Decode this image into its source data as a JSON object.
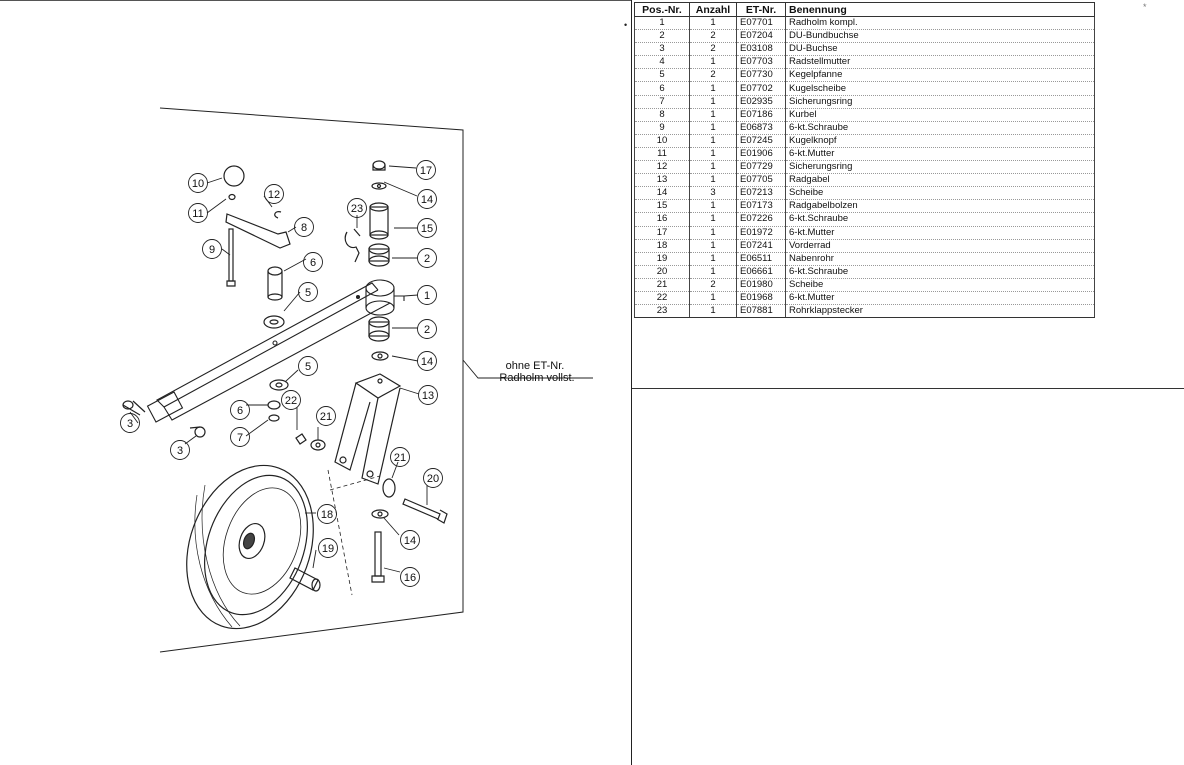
{
  "parts_table": {
    "headers": [
      "Pos.-Nr.",
      "Anzahl",
      "ET-Nr.",
      "Benennung"
    ],
    "rows": [
      {
        "pos": "1",
        "qty": "1",
        "et": "E07701",
        "name": "Radholm kompl."
      },
      {
        "pos": "2",
        "qty": "2",
        "et": "E07204",
        "name": "DU-Bundbuchse"
      },
      {
        "pos": "3",
        "qty": "2",
        "et": "E03108",
        "name": "DU-Buchse"
      },
      {
        "pos": "4",
        "qty": "1",
        "et": "E07703",
        "name": "Radstellmutter"
      },
      {
        "pos": "5",
        "qty": "2",
        "et": "E07730",
        "name": "Kegelpfanne"
      },
      {
        "pos": "6",
        "qty": "1",
        "et": "E07702",
        "name": "Kugelscheibe"
      },
      {
        "pos": "7",
        "qty": "1",
        "et": "E02935",
        "name": "Sicherungsring"
      },
      {
        "pos": "8",
        "qty": "1",
        "et": "E07186",
        "name": "Kurbel"
      },
      {
        "pos": "9",
        "qty": "1",
        "et": "E06873",
        "name": "6-kt.Schraube"
      },
      {
        "pos": "10",
        "qty": "1",
        "et": "E07245",
        "name": "Kugelknopf"
      },
      {
        "pos": "11",
        "qty": "1",
        "et": "E01906",
        "name": "6-kt.Mutter"
      },
      {
        "pos": "12",
        "qty": "1",
        "et": "E07729",
        "name": "Sicherungsring"
      },
      {
        "pos": "13",
        "qty": "1",
        "et": "E07705",
        "name": "Radgabel"
      },
      {
        "pos": "14",
        "qty": "3",
        "et": "E07213",
        "name": "Scheibe"
      },
      {
        "pos": "15",
        "qty": "1",
        "et": "E07173",
        "name": "Radgabelbolzen"
      },
      {
        "pos": "16",
        "qty": "1",
        "et": "E07226",
        "name": "6-kt.Schraube"
      },
      {
        "pos": "17",
        "qty": "1",
        "et": "E01972",
        "name": "6-kt.Mutter"
      },
      {
        "pos": "18",
        "qty": "1",
        "et": "E07241",
        "name": "Vorderrad"
      },
      {
        "pos": "19",
        "qty": "1",
        "et": "E06511",
        "name": "Nabenrohr"
      },
      {
        "pos": "20",
        "qty": "1",
        "et": "E06661",
        "name": "6-kt.Schraube"
      },
      {
        "pos": "21",
        "qty": "2",
        "et": "E01980",
        "name": "Scheibe"
      },
      {
        "pos": "22",
        "qty": "1",
        "et": "E01968",
        "name": "6-kt.Mutter"
      },
      {
        "pos": "23",
        "qty": "1",
        "et": "E07881",
        "name": "Rohrklappstecker"
      }
    ]
  },
  "drawing": {
    "note_line1": "ohne ET-Nr.",
    "note_line2": "Radholm vollst.",
    "callouts": {
      "c1": "1",
      "c2a": "2",
      "c2b": "2",
      "c3a": "3",
      "c3b": "3",
      "c5a": "5",
      "c5b": "5",
      "c6a": "6",
      "c6b": "6",
      "c7": "7",
      "c8": "8",
      "c9": "9",
      "c10": "10",
      "c11": "11",
      "c12": "12",
      "c13": "13",
      "c14a": "14",
      "c14b": "14",
      "c14c": "14",
      "c15": "15",
      "c16": "16",
      "c17": "17",
      "c18": "18",
      "c19": "19",
      "c20": "20",
      "c21a": "21",
      "c21b": "21",
      "c22": "22",
      "c23": "23"
    }
  },
  "marks": {
    "corner": "*",
    "dot": "•"
  }
}
